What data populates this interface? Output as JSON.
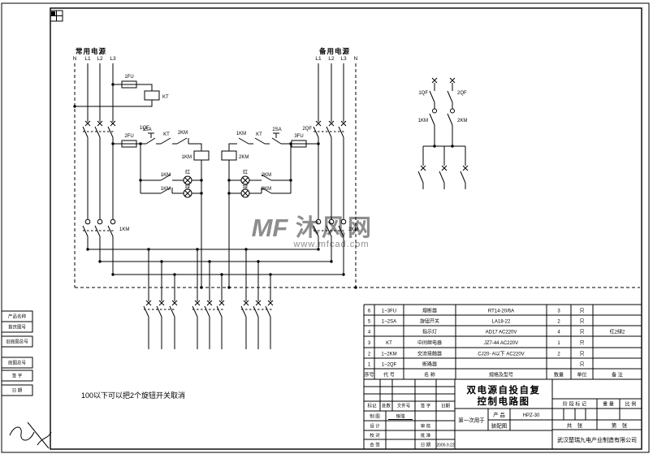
{
  "sheet": {
    "bg": "#ffffff",
    "line": "#000000",
    "watermark_color": "#8d8d8d"
  },
  "watermark": {
    "logo": "MF",
    "site": "沐风网",
    "url": "www.mfcad.com"
  },
  "note": "100以下可以把2个旋钮开关取消",
  "normal": {
    "title": "常用电源",
    "n": "N",
    "l1": "L1",
    "l2": "L2",
    "l3": "L3",
    "fu1": "1FU",
    "kt_coil": "KT",
    "qf1": "1QF",
    "fu2": "2FU",
    "sa1": "1SA",
    "kt": "KT",
    "km2_nc": "2KM",
    "km1_coil": "1KM",
    "km1_no": "1KM",
    "red": "红",
    "km1_nc": "1KM",
    "green": "绿",
    "km1_main": "1KM"
  },
  "backup": {
    "title": "备用电源",
    "l1": "L1",
    "l2": "L2",
    "l3": "L3",
    "n": "N",
    "qf2": "2QF",
    "fu3": "3FU",
    "sa2": "2SA",
    "kt": "KT",
    "km1_no": "1KM",
    "km2_coil": "2KM",
    "red": "红",
    "km2_no": "2KM",
    "green": "绿",
    "km2_nc": "2KM",
    "km2_main": "2KM"
  },
  "interlock": {
    "qf1": "1QF",
    "qf2": "2QF",
    "km1": "1KM",
    "km2": "2KM"
  },
  "margin_fields": {
    "f1": "产品名称",
    "f2": "首页图号",
    "f3": "旧底图总号",
    "f4": "底图总号",
    "f5": "签 字",
    "f6": "日 期"
  },
  "bom": {
    "headers": [
      "序号",
      "代 号",
      "名  称",
      "规格及型号",
      "数量",
      "单位",
      "备  注"
    ],
    "rows": [
      [
        "6",
        "1~3FU",
        "熔断器",
        "RT14-20/6A",
        "3",
        "只",
        ""
      ],
      [
        "5",
        "1~2SA",
        "旋钮开关",
        "LA18-22",
        "2",
        "只",
        ""
      ],
      [
        "4",
        "",
        "指示灯",
        "AD17 AC220V",
        "4",
        "只",
        "红2绿2"
      ],
      [
        "3",
        "KT",
        "中间继电器",
        "JZ7-44 AC220V",
        "1",
        "只",
        ""
      ],
      [
        "2",
        "1~2KM",
        "交流接触器",
        "CJ20- A以下 AC220V",
        "2",
        "只",
        ""
      ],
      [
        "1",
        "1~2QF",
        "断路器",
        "",
        "",
        "只",
        ""
      ]
    ]
  },
  "title_block": {
    "title_line1": "双电源自投自复",
    "title_line2": "控制电路图",
    "rev": {
      "mark": "标记",
      "count": "处数",
      "doc": "文件号",
      "sign": "签 字",
      "date": "日期"
    },
    "sig": {
      "draw": "制 图",
      "draw_name": "琢瑞",
      "design": "设 计",
      "check": "审 核",
      "proof": "校 对",
      "approve": "批 准",
      "joint": "会 签",
      "date": "日 期",
      "date_value": "2005.9.22"
    },
    "first_use": "第一次用于",
    "product": "产 品",
    "product_value": "HPZ-30",
    "assembly": "装配图",
    "stage": "阶 段 标 记",
    "weight": "重 量",
    "scale": "比 例",
    "sheets": "共　张",
    "sheet_no": "第　张",
    "company": "武汉楚瑞九电产业制造有限公司"
  }
}
